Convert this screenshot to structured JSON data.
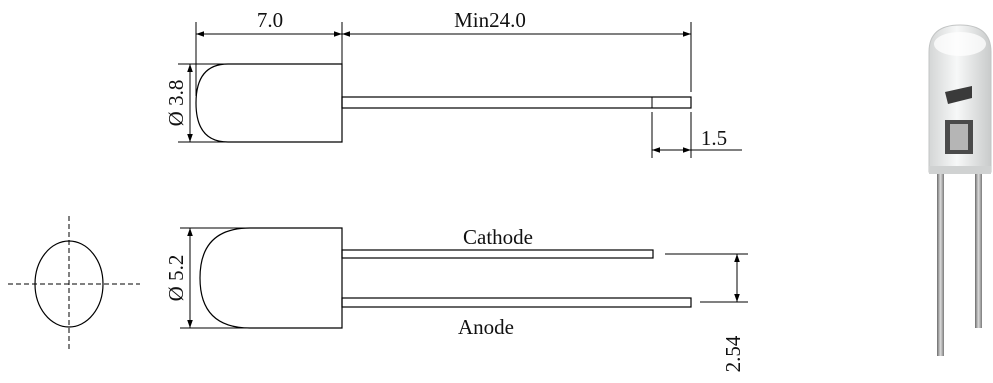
{
  "dimensions": {
    "body_length": "7.0",
    "lead_length": "Min24.0",
    "top_diameter": "Ø 3.8",
    "lead_tip": "1.5",
    "side_diameter": "Ø 5.2",
    "lead_spacing": "2.54"
  },
  "leads": {
    "cathode": "Cathode",
    "anode": "Anode"
  }
}
